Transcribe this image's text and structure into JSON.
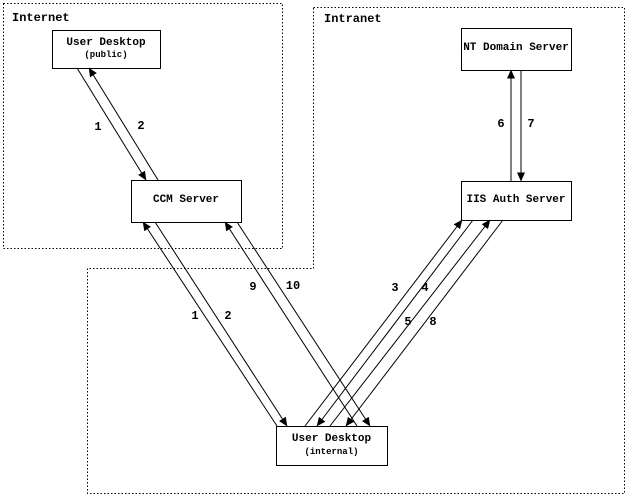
{
  "colors": {
    "ink": "#000000",
    "background": "#ffffff"
  },
  "regions": {
    "internet": {
      "label": "Internet"
    },
    "intranet": {
      "label": "Intranet"
    }
  },
  "nodes": {
    "user_desktop_public": {
      "title": "User Desktop",
      "subtitle": "(public)"
    },
    "ccm_server": {
      "title": "CCM Server"
    },
    "nt_domain_server": {
      "title": "NT Domain Server"
    },
    "iis_auth_server": {
      "title": "IIS Auth Server"
    },
    "user_desktop_internal": {
      "title": "User Desktop",
      "subtitle": "(internal)"
    }
  },
  "edges": [
    {
      "label": "1",
      "from": "user_desktop_public",
      "to": "ccm_server"
    },
    {
      "label": "2",
      "from": "ccm_server",
      "to": "user_desktop_public"
    },
    {
      "label": "1",
      "from": "user_desktop_internal",
      "to": "ccm_server"
    },
    {
      "label": "2",
      "from": "ccm_server",
      "to": "user_desktop_internal"
    },
    {
      "label": "9",
      "from": "user_desktop_internal",
      "to": "ccm_server"
    },
    {
      "label": "10",
      "from": "ccm_server",
      "to": "user_desktop_internal"
    },
    {
      "label": "3",
      "from": "user_desktop_internal",
      "to": "iis_auth_server"
    },
    {
      "label": "4",
      "from": "iis_auth_server",
      "to": "user_desktop_internal"
    },
    {
      "label": "5",
      "from": "user_desktop_internal",
      "to": "iis_auth_server"
    },
    {
      "label": "8",
      "from": "iis_auth_server",
      "to": "user_desktop_internal"
    },
    {
      "label": "6",
      "from": "iis_auth_server",
      "to": "nt_domain_server"
    },
    {
      "label": "7",
      "from": "nt_domain_server",
      "to": "iis_auth_server"
    }
  ]
}
